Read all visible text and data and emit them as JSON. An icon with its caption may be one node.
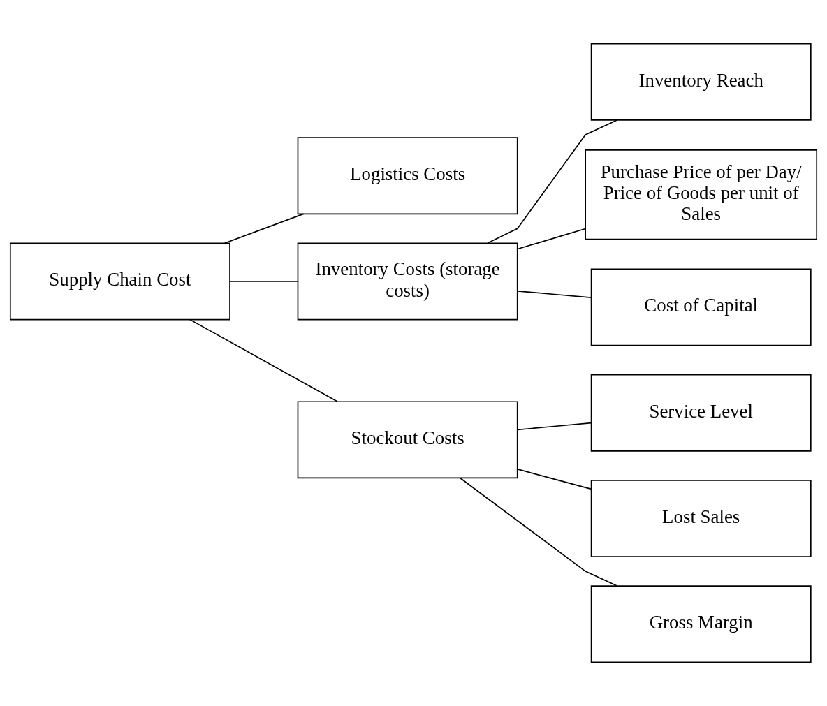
{
  "diagram": {
    "nodes": [
      {
        "text": [
          "Supply Chain Cost"
        ]
      },
      {
        "text": [
          "Logistics Costs"
        ]
      },
      {
        "text": [
          "Inventory Costs (storage costs)"
        ]
      },
      {
        "text": [
          "Stockout Costs"
        ]
      },
      {
        "text": [
          "Inventory Reach"
        ]
      },
      {
        "text": [
          "Purchase Price of per Day/ Price of Goods per unit of Sales"
        ]
      },
      {
        "text": [
          "Cost of Capital"
        ]
      },
      {
        "text": [
          "Service Level"
        ]
      },
      {
        "text": [
          "Lost Sales"
        ]
      },
      {
        "text": [
          "Gross Margin"
        ]
      }
    ],
    "edges": [
      {
        "from": 0,
        "to": 1,
        "arrow": "none"
      },
      {
        "from": 0,
        "to": 2,
        "arrow": "none"
      },
      {
        "from": 0,
        "to": 3,
        "arrow": "none"
      },
      {
        "from": 2,
        "to": 4,
        "arrow": "none"
      },
      {
        "from": 2,
        "to": 5,
        "arrow": "none"
      },
      {
        "from": 2,
        "to": 6,
        "arrow": "none"
      },
      {
        "from": 3,
        "to": 7,
        "arrow": "none"
      },
      {
        "from": 3,
        "to": 8,
        "arrow": "none"
      },
      {
        "from": 3,
        "to": 9,
        "arrow": "none"
      }
    ]
  }
}
